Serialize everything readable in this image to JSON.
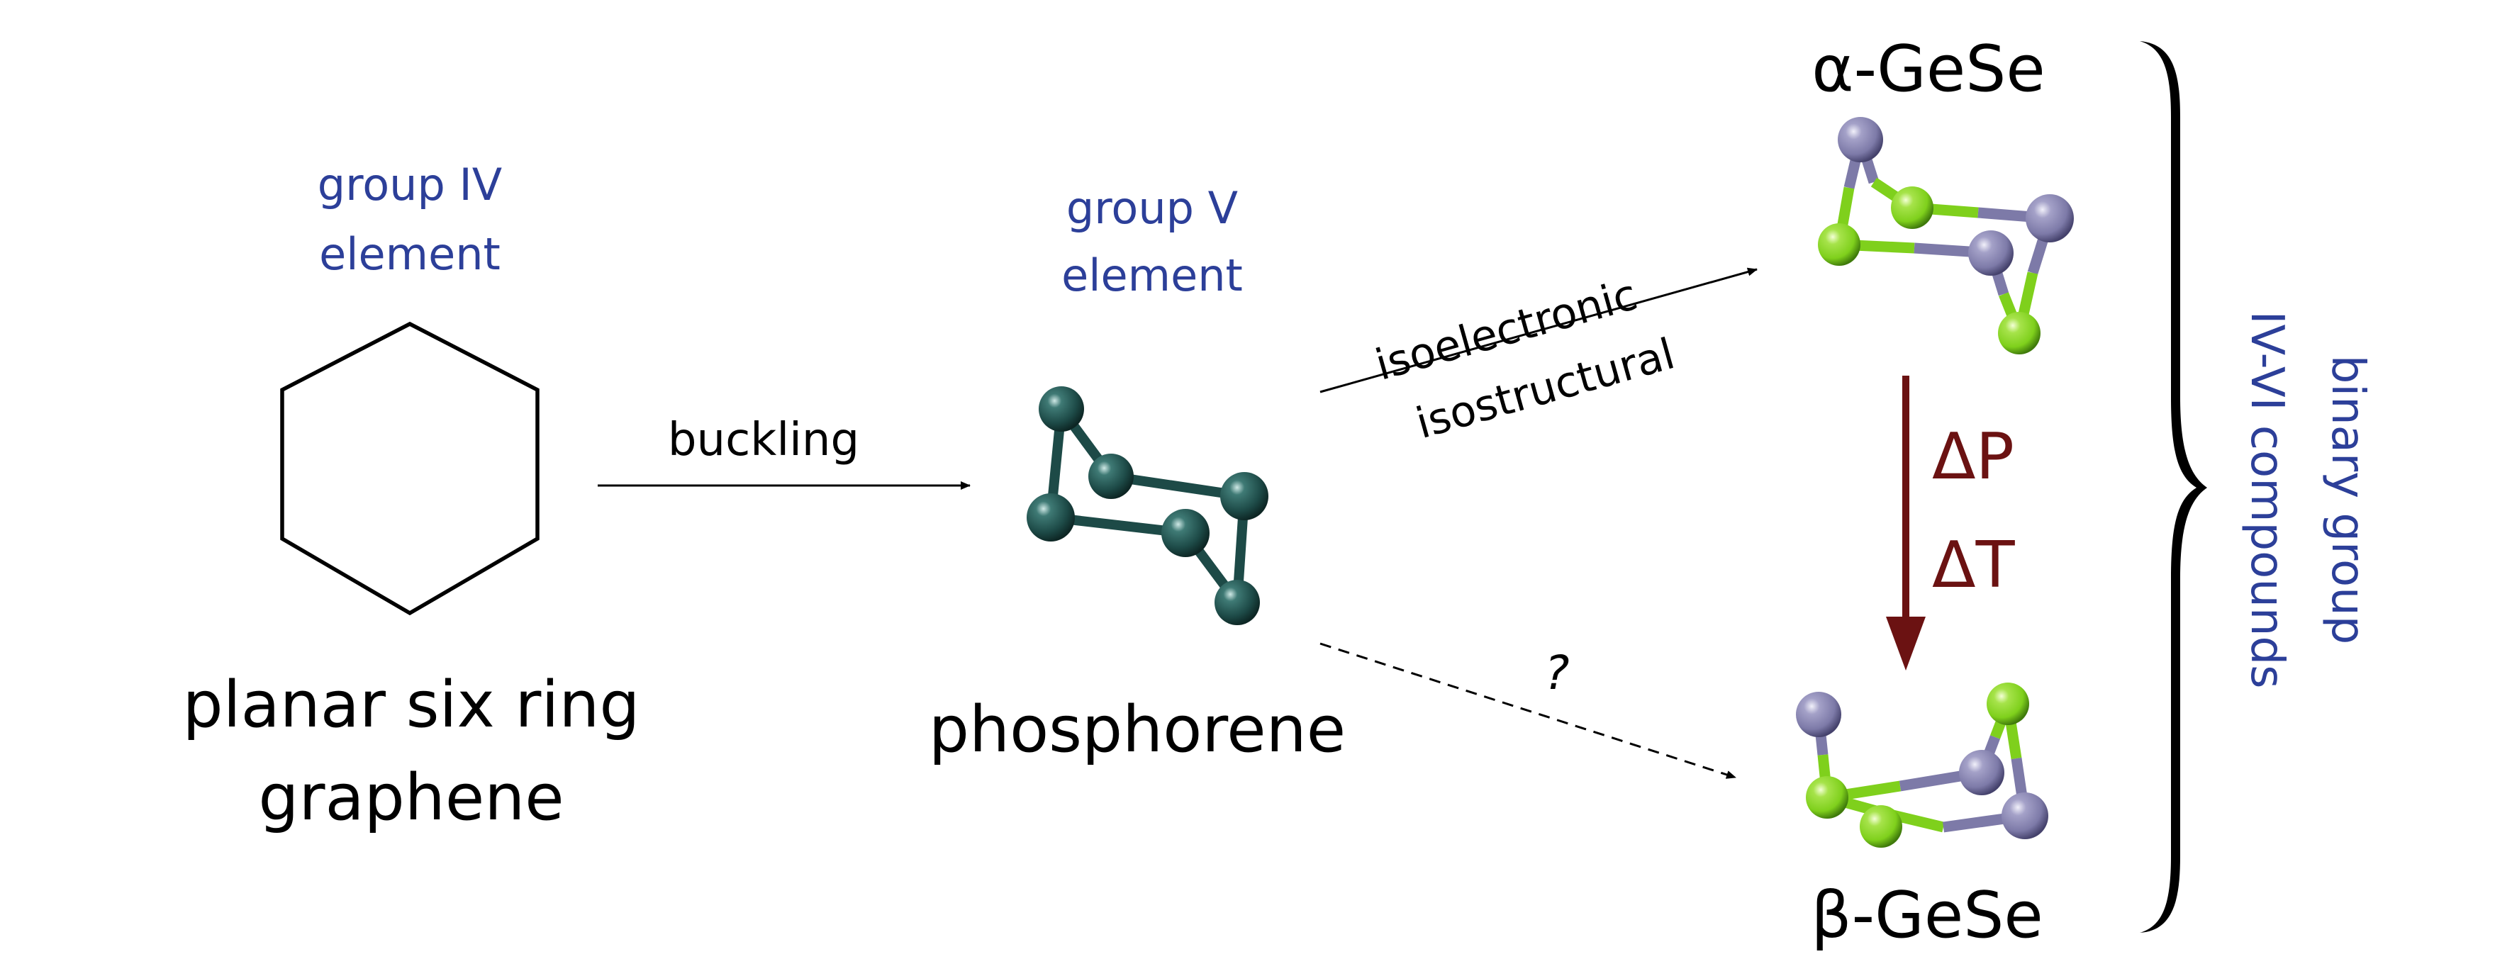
{
  "colors": {
    "category_label": "#2c3f99",
    "transition": "#6b1212",
    "phosphorus": "#1d4a47",
    "germanium": "#7d7aa8",
    "selenium": "#7fd01c",
    "text": "#000000"
  },
  "graphene": {
    "category_line1": "group IV",
    "category_line2": "element",
    "caption_line1": "planar six ring",
    "caption_line2": "graphene"
  },
  "phosphorene": {
    "category_line1": "group V",
    "category_line2": "element",
    "caption": "phosphorene"
  },
  "arrows": {
    "buckling": "buckling",
    "upper_line1": "isoelectronic",
    "upper_line2": "isostructural",
    "unknown": "?"
  },
  "gese": {
    "alpha": "α-GeSe",
    "beta": "β-GeSe",
    "delta_p": "ΔP",
    "delta_t": "ΔT"
  },
  "brace_label": {
    "line1": "binary group",
    "line2": "IV-VI compounds"
  },
  "icons": [
    "hexagon-icon",
    "phosphorene-molecule-icon",
    "alpha-gese-molecule-icon",
    "beta-gese-molecule-icon",
    "curly-brace-icon"
  ]
}
